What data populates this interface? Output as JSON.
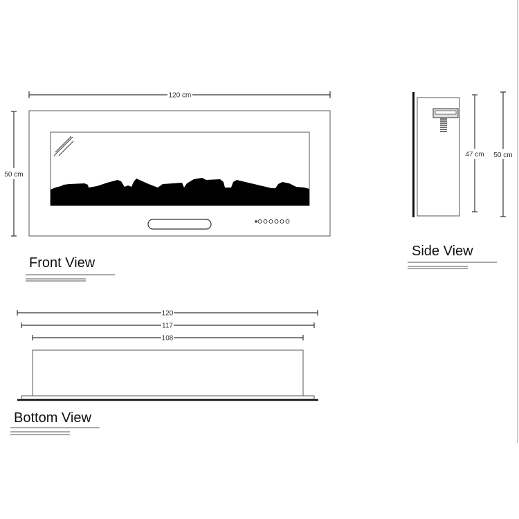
{
  "front_view": {
    "title": "Front View",
    "width_label": "120 cm",
    "height_label": "50 cm"
  },
  "side_view": {
    "title": "Side View",
    "inner_height_label": "47 cm",
    "outer_height_label": "50 cm"
  },
  "bottom_view": {
    "title": "Bottom View",
    "dim_outer": "120",
    "dim_middle": "117",
    "dim_inner": "108"
  }
}
